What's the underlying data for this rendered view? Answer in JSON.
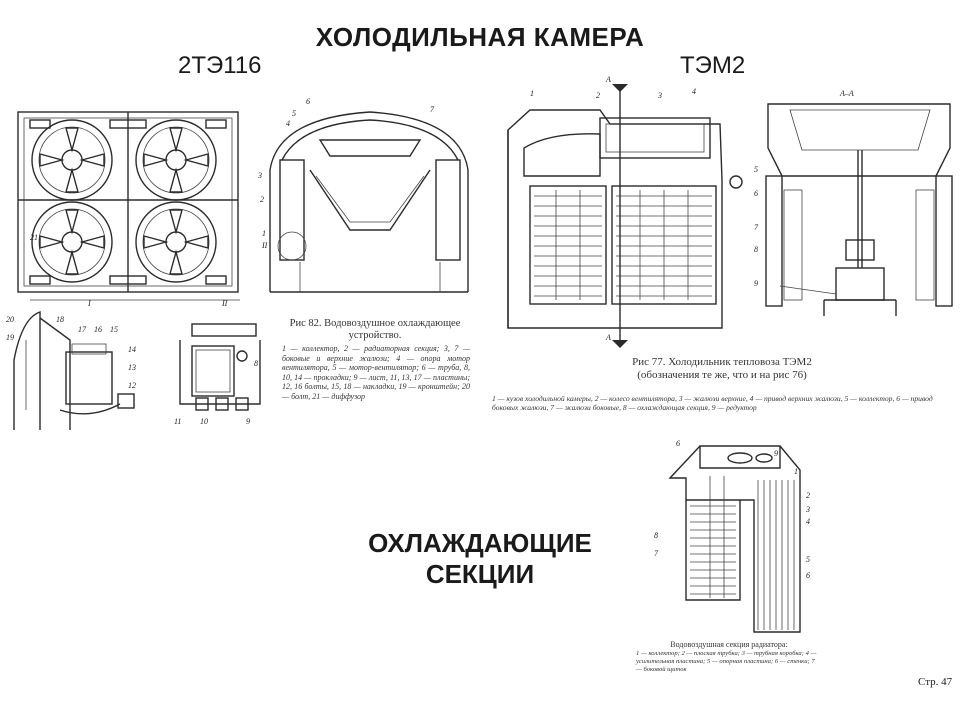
{
  "header": {
    "title": "ХОЛОДИЛЬНАЯ КАМЕРА",
    "left_label": "2ТЭ116",
    "right_label": "ТЭМ2"
  },
  "section_title": {
    "line1": "ОХЛАЖДАЮЩИЕ",
    "line2": "СЕКЦИИ"
  },
  "figure_82": {
    "caption": "Рис 82. Водовоздушное охлаждающее устройство.",
    "legend": "1 — коллектор, 2 — радиаторная секция; 3, 7 — боковые и верхние жалюзи; 4 — опора мотор вентилятора, 5 — мотор-вентилятор; 6 — труба, 8, 10, 14 — прокладки; 9 — лист, 11, 13, 17 — пластины; 12, 16 болты, 15, 18 — накладки, 19 — кронштейн; 20 — болт, 21 — диффузор",
    "part_numbers_top": [
      "6",
      "5",
      "4",
      "7",
      "3",
      "1",
      "2",
      "II"
    ],
    "part_numbers_bottom": [
      "20",
      "18",
      "17",
      "16",
      "15",
      "14",
      "13",
      "12",
      "19",
      "11",
      "10",
      "9",
      "8",
      "21",
      "I",
      "II"
    ]
  },
  "figure_77": {
    "caption": "Рис 77. Холодильник тепловоза ТЭМ2 (обозначения те же, что и на рис 76)",
    "legend": "1 — кузов холодильной камеры, 2 — колесо вентилятора, 3 — жалюзи верхние, 4 — привод верхних жалюзи, 5 — коллектор, 6 — привод боковых жалюзи, 7 — жалюзи боковые, 8 — охлаждающая секция, 9 — редуктор",
    "section_mark": "А",
    "section_label": "А–А",
    "part_numbers": [
      "1",
      "2",
      "3",
      "4",
      "5",
      "6",
      "7",
      "8",
      "9"
    ]
  },
  "figure_section": {
    "caption": "Водовоздушная секция радиатора:",
    "legend": "1 — коллектор; 2 — плоская трубка; 3 — трубная коробка; 4 — усилительная пластина; 5 — опорная пластина; 6 — стенки; 7 — боковой щиток",
    "part_numbers": [
      "6",
      "9",
      "1",
      "2",
      "3",
      "4",
      "8",
      "7",
      "5",
      "6"
    ]
  },
  "page_number": "Стр. 47"
}
